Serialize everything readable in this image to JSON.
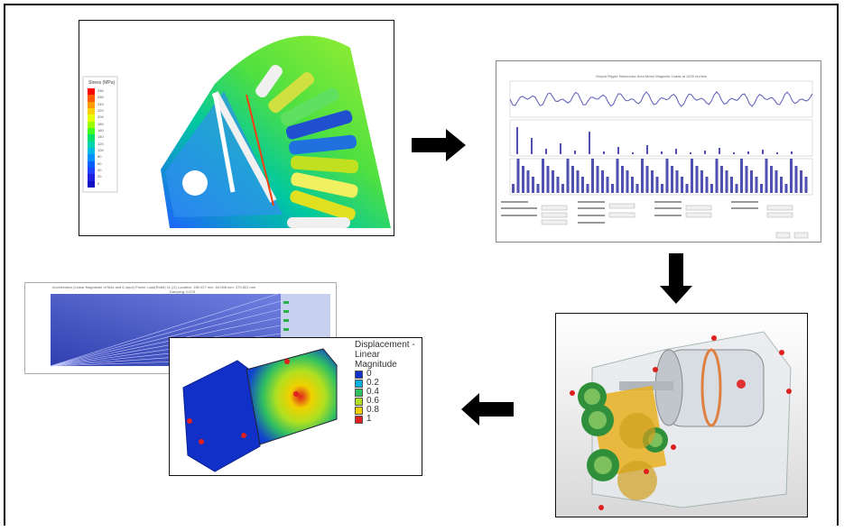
{
  "panels": {
    "stator_fea": {
      "legend_title": "Stress (MPa)",
      "legend_values": [
        "280",
        "260",
        "240",
        "220",
        "200",
        "180",
        "160",
        "140",
        "120",
        "100",
        "80",
        "60",
        "40",
        "20",
        "0"
      ],
      "legend_colors": [
        "#ff0000",
        "#ff5a00",
        "#ff9a00",
        "#ffd000",
        "#e8ff00",
        "#9cff00",
        "#40ff20",
        "#00e06a",
        "#00d4b0",
        "#00b8e8",
        "#0090ff",
        "#0060ff",
        "#2040ff",
        "#2020e0",
        "#1010c0"
      ]
    },
    "order_analysis": {
      "title": "Output Ripple Harmonics from Motor Magnetic Loads at 1200 rev/min"
    },
    "campbell_response": {
      "title": "Acceleration (Linear Magnitude of Max and 6 Input) Power Load(RotM) 11 (G) Location: 180.027 mm, 84.068 mm, 375.831 mm",
      "subtitle": "Damping: 0.076"
    },
    "displacement": {
      "legend_title": "Displacement - Linear Magnitude",
      "legend": [
        {
          "label": "0",
          "color": "#1030d0"
        },
        {
          "label": "0.2",
          "color": "#00b0e0"
        },
        {
          "label": "0.4",
          "color": "#30c060"
        },
        {
          "label": "0.6",
          "color": "#b0e020"
        },
        {
          "label": "0.8",
          "color": "#f0d000"
        },
        {
          "label": "1",
          "color": "#e02020"
        }
      ]
    }
  },
  "flow": [
    "stator_fea",
    "order_analysis",
    "gearbox_model",
    "displacement"
  ],
  "colors": {
    "arrow": "#000000",
    "chart_line": "#5a5ab8",
    "bar": "#5050b0"
  }
}
